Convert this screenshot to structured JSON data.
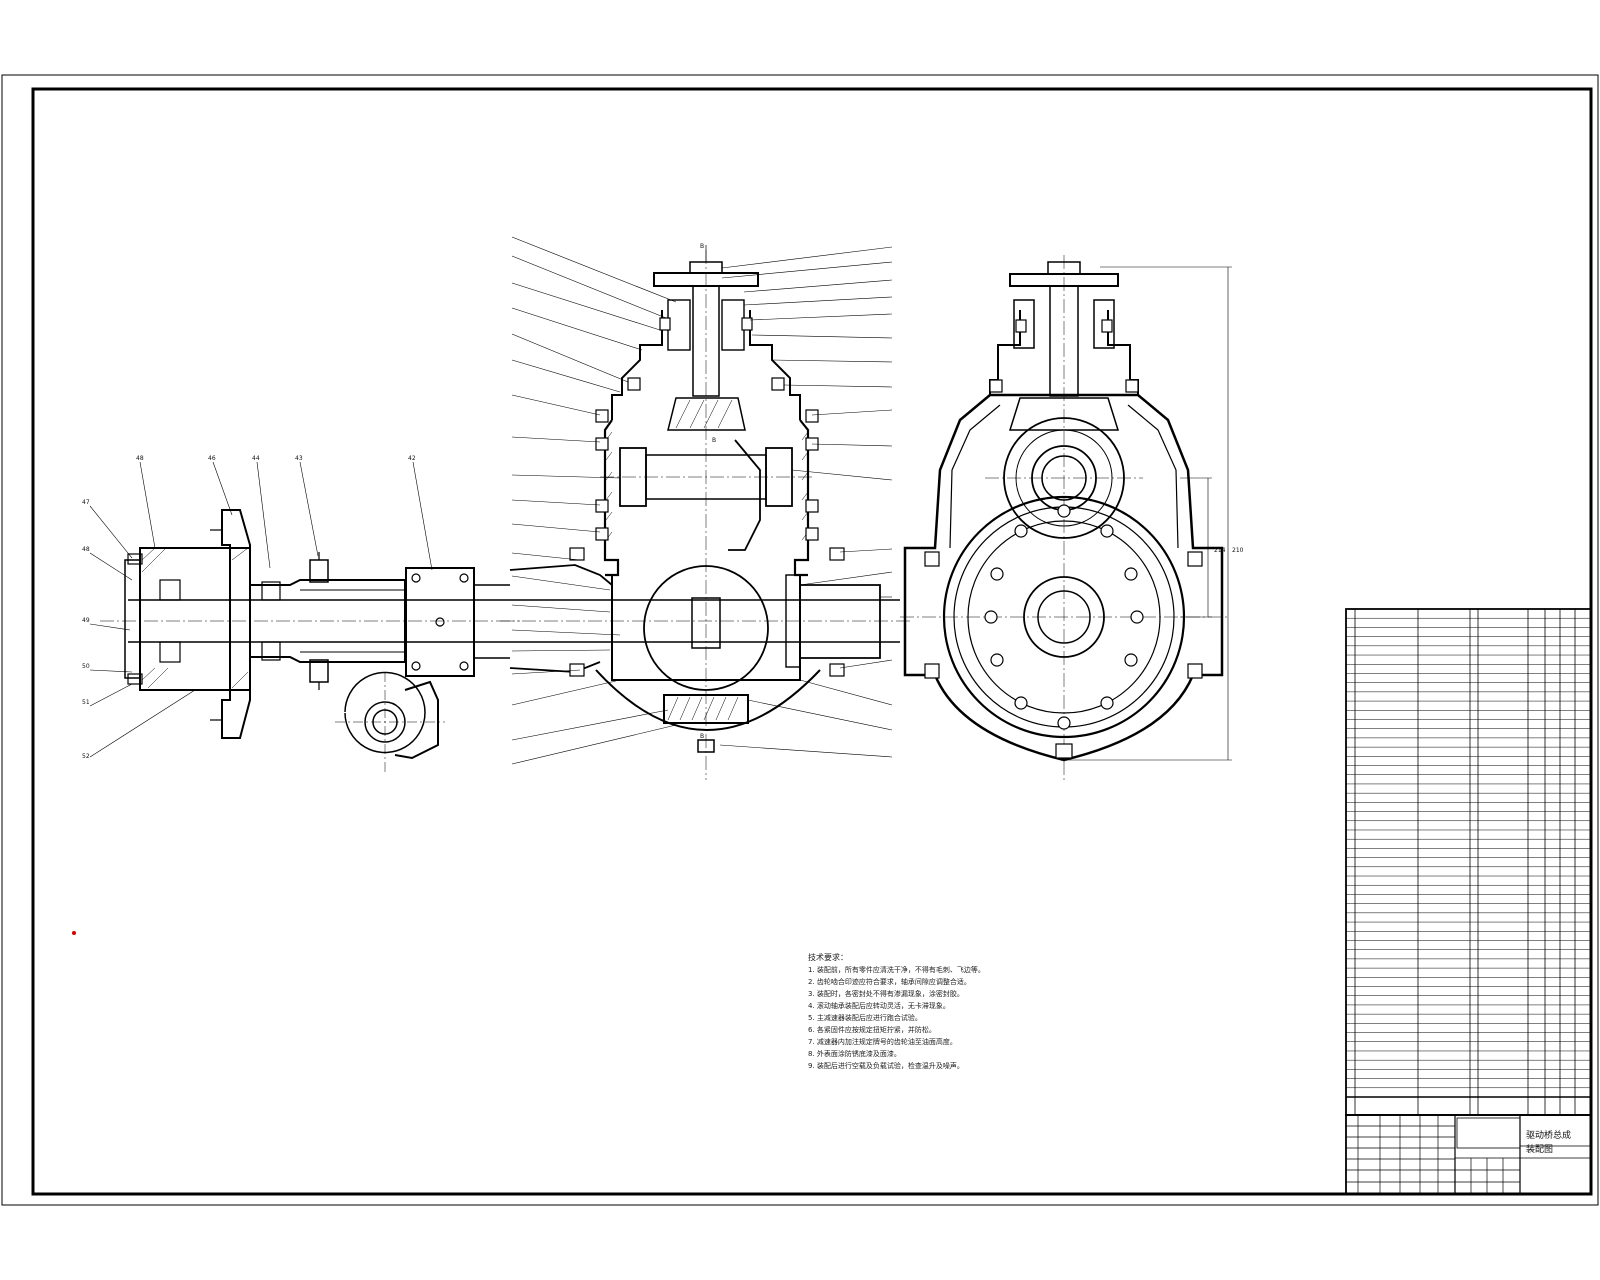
{
  "drawing": {
    "balloons_left": [
      "48",
      "46",
      "44",
      "43",
      "42"
    ],
    "balloons_left_side": [
      "47",
      "48",
      "49",
      "50",
      "51",
      "52"
    ],
    "view_marks": [
      "B",
      "B",
      "B"
    ],
    "dim_vertical": [
      "214",
      "210"
    ]
  },
  "technical_notes": {
    "title": "技术要求：",
    "lines": [
      "1. 装配前，所有零件应清洗干净，不得有毛刺、飞边等。",
      "2. 齿轮啮合印迹应符合要求，轴承间隙应调整合适。",
      "3. 装配时，各密封处不得有渗漏现象，涂密封胶。",
      "4. 滚动轴承装配后应转动灵活，无卡滞现象。",
      "5. 主减速器装配后应进行跑合试验。",
      "6. 各紧固件应按规定扭矩拧紧，并防松。",
      "7. 减速器内加注规定牌号的齿轮油至油面高度。",
      "8. 外表面涂防锈底漆及面漆。",
      "9. 装配后进行空载及负载试验，检查温升及噪声。"
    ]
  },
  "title_block": {
    "title_line1": "驱动桥总成",
    "title_line2": "装配图"
  }
}
